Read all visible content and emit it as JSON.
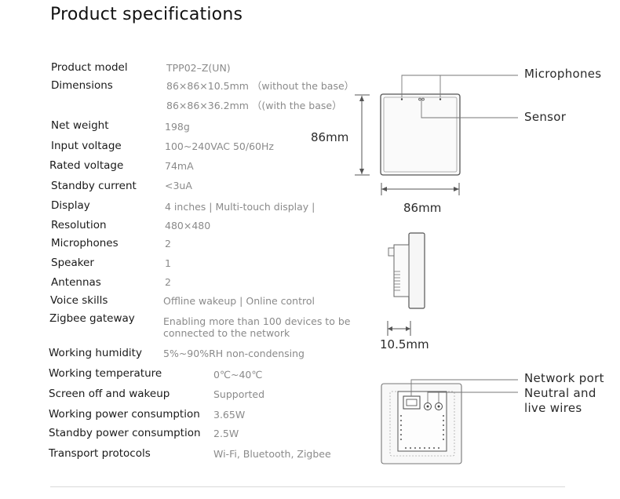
{
  "title": "Product specifications",
  "specs": [
    {
      "label": "Product model",
      "value": "TPP02–Z(UN)"
    },
    {
      "label": "Dimensions",
      "value": "86×86×10.5mm （without the base）",
      "value2": "86×86×36.2mm （(with the base）"
    },
    {
      "label": "Net weight",
      "value": "198g"
    },
    {
      "label": "Input voltage",
      "value": "100~240VAC  50/60Hz"
    },
    {
      "label": "Rated voltage",
      "value": "74mA"
    },
    {
      "label": "Standby current",
      "value": "<3uA"
    },
    {
      "label": "Display",
      "value": "4 inches | Multi-touch display |"
    },
    {
      "label": "Resolution",
      "value": "480×480"
    },
    {
      "label": "Microphones",
      "value": "2"
    },
    {
      "label": "Speaker",
      "value": "1"
    },
    {
      "label": "Antennas",
      "value": "2"
    },
    {
      "label": "Voice skills",
      "value": "Offline wakeup | Online control"
    },
    {
      "label": "Zigbee gateway",
      "value": "Enabling more than 100 devices to be",
      "value2": "connected to the network"
    },
    {
      "label": "Working humidity",
      "value": "5%~90%RH non-condensing"
    },
    {
      "label": "Working temperature",
      "value": "0℃~40℃"
    },
    {
      "label": "Screen off and wakeup",
      "value": "Supported"
    },
    {
      "label": "Working power consumption",
      "value": "3.65W"
    },
    {
      "label": "Standby power consumption",
      "value": "2.5W"
    },
    {
      "label": "Transport protocols",
      "value": "Wi-Fi, Bluetooth, Zigbee"
    }
  ],
  "diagram": {
    "microphones": "Microphones",
    "sensor": "Sensor",
    "height": "86mm",
    "width": "86mm",
    "depth": "10.5mm",
    "network_port": "Network port",
    "neutral_live_1": "Neutral and",
    "neutral_live_2": "live wires"
  }
}
